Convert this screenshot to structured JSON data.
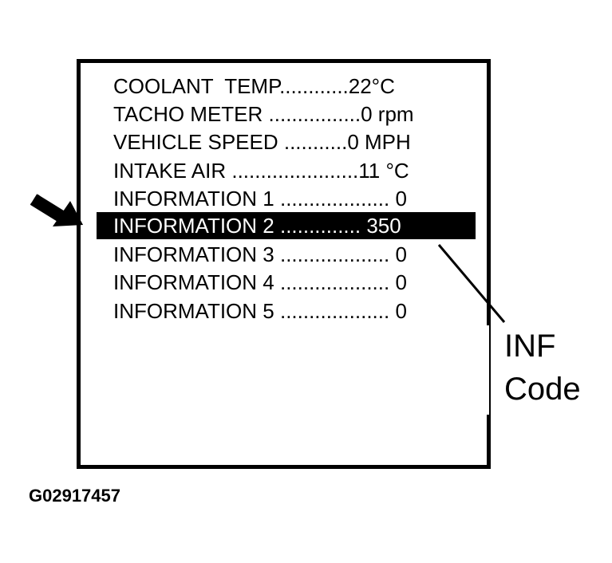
{
  "display": {
    "rows": [
      {
        "label": "COOLANT  TEMP",
        "dots": "............",
        "value": "22°C",
        "selected": false
      },
      {
        "label": "TACHO METER ",
        "dots": "................",
        "value": "0 rpm",
        "selected": false
      },
      {
        "label": "VEHICLE SPEED ",
        "dots": "...........",
        "value": "0 MPH",
        "selected": false
      },
      {
        "label": "INTAKE AIR ",
        "dots": "......................",
        "value": "11 °C",
        "selected": false
      },
      {
        "label": "INFORMATION 1 ",
        "dots": "...................",
        "value": " 0",
        "selected": false
      },
      {
        "label": "INFORMATION 2 ",
        "dots": "..............",
        "value": " 350",
        "selected": true
      },
      {
        "label": "INFORMATION 3 ",
        "dots": "...................",
        "value": " 0",
        "selected": false
      },
      {
        "label": "INFORMATION 4 ",
        "dots": "...................",
        "value": " 0",
        "selected": false
      },
      {
        "label": "INFORMATION 5 ",
        "dots": "...................",
        "value": " 0",
        "selected": false
      }
    ]
  },
  "callout": {
    "line1": "INF",
    "line2": "Code"
  },
  "figure_id": "G02917457",
  "colors": {
    "ink": "#000000",
    "paper": "#ffffff"
  }
}
